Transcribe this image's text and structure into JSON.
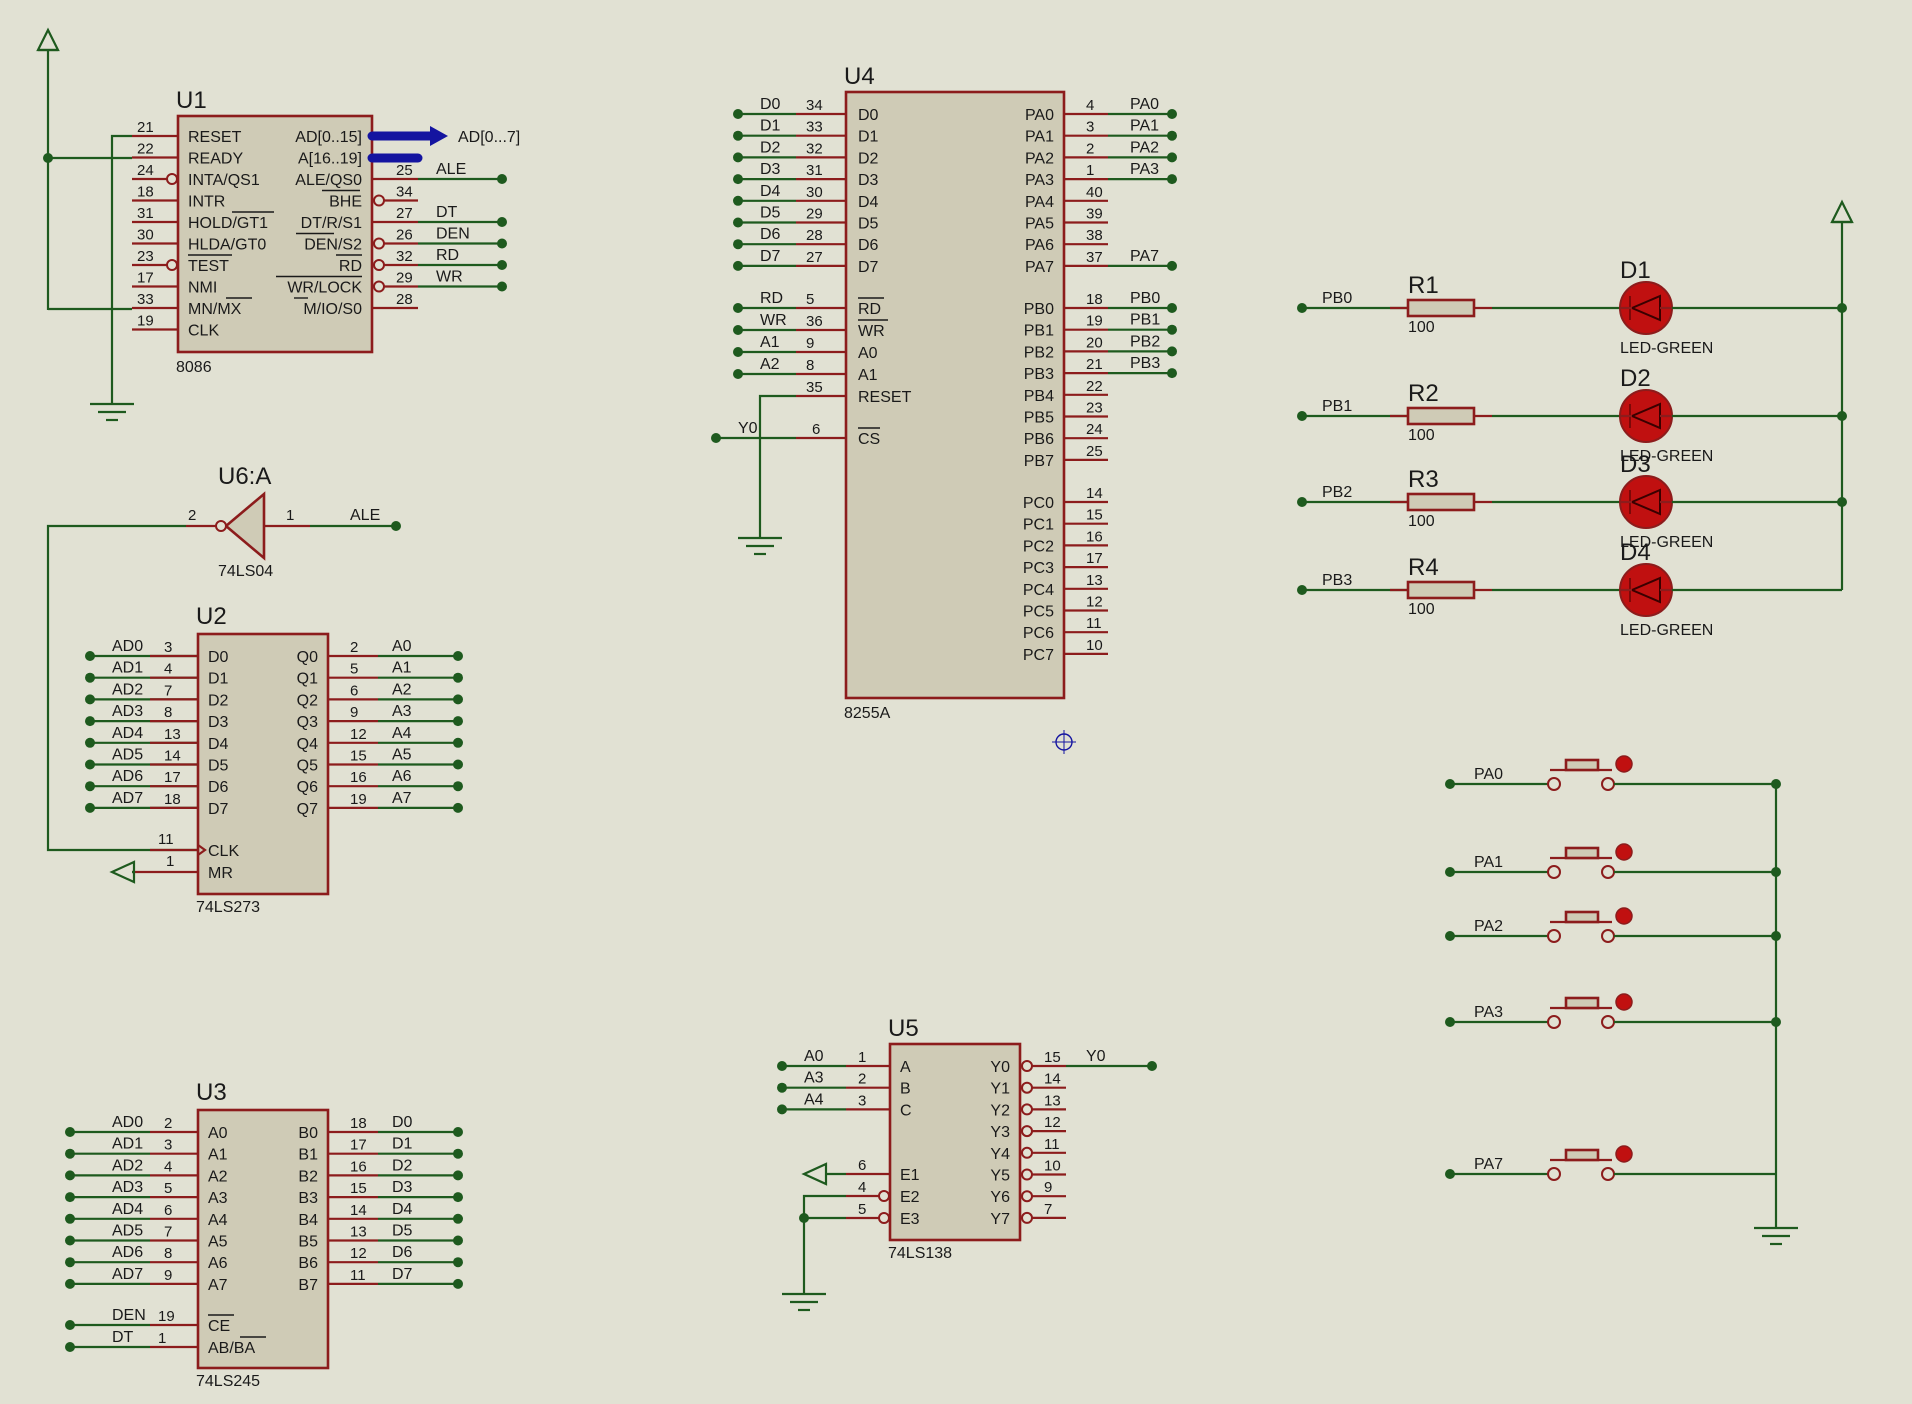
{
  "u1": {
    "ref": "U1",
    "part": "8086",
    "left": [
      {
        "num": "21",
        "label": "RESET"
      },
      {
        "num": "22",
        "label": "READY"
      },
      {
        "num": "24",
        "label": "INTA/QS1"
      },
      {
        "num": "18",
        "label": "INTR"
      },
      {
        "num": "31",
        "label": "HOLD/GT1"
      },
      {
        "num": "30",
        "label": "HLDA/GT0"
      },
      {
        "num": "23",
        "label": "TEST"
      },
      {
        "num": "17",
        "label": "NMI"
      },
      {
        "num": "33",
        "label": "MN/MX"
      },
      {
        "num": "19",
        "label": "CLK"
      }
    ],
    "right": [
      {
        "num": "",
        "label": "AD[0..15]",
        "net": ""
      },
      {
        "num": "",
        "label": "A[16..19]",
        "net": ""
      },
      {
        "num": "25",
        "label": "ALE/QS0",
        "net": "ALE"
      },
      {
        "num": "34",
        "label": "BHE",
        "net": ""
      },
      {
        "num": "27",
        "label": "DT/R/S1",
        "net": "DT"
      },
      {
        "num": "26",
        "label": "DEN/S2",
        "net": "DEN"
      },
      {
        "num": "32",
        "label": "RD",
        "net": "RD"
      },
      {
        "num": "29",
        "label": "WR/LOCK",
        "net": "WR"
      },
      {
        "num": "28",
        "label": "M/IO/S0",
        "net": ""
      }
    ],
    "bus_net": "AD[0...7]"
  },
  "u6": {
    "ref": "U6:A",
    "part": "74LS04",
    "in_pin": "2",
    "out_pin": "1",
    "net": "ALE"
  },
  "u2": {
    "ref": "U2",
    "part": "74LS273",
    "left": [
      {
        "num": "3",
        "label": "D0",
        "net": "AD0"
      },
      {
        "num": "4",
        "label": "D1",
        "net": "AD1"
      },
      {
        "num": "7",
        "label": "D2",
        "net": "AD2"
      },
      {
        "num": "8",
        "label": "D3",
        "net": "AD3"
      },
      {
        "num": "13",
        "label": "D4",
        "net": "AD4"
      },
      {
        "num": "14",
        "label": "D5",
        "net": "AD5"
      },
      {
        "num": "17",
        "label": "D6",
        "net": "AD6"
      },
      {
        "num": "18",
        "label": "D7",
        "net": "AD7"
      }
    ],
    "right": [
      {
        "num": "2",
        "label": "Q0",
        "net": "A0"
      },
      {
        "num": "5",
        "label": "Q1",
        "net": "A1"
      },
      {
        "num": "6",
        "label": "Q2",
        "net": "A2"
      },
      {
        "num": "9",
        "label": "Q3",
        "net": "A3"
      },
      {
        "num": "12",
        "label": "Q4",
        "net": "A4"
      },
      {
        "num": "15",
        "label": "Q5",
        "net": "A5"
      },
      {
        "num": "16",
        "label": "Q6",
        "net": "A6"
      },
      {
        "num": "19",
        "label": "Q7",
        "net": "A7"
      }
    ],
    "clk": {
      "num": "11",
      "label": "CLK"
    },
    "mr": {
      "num": "1",
      "label": "MR"
    }
  },
  "u3": {
    "ref": "U3",
    "part": "74LS245",
    "left": [
      {
        "num": "2",
        "label": "A0",
        "net": "AD0"
      },
      {
        "num": "3",
        "label": "A1",
        "net": "AD1"
      },
      {
        "num": "4",
        "label": "A2",
        "net": "AD2"
      },
      {
        "num": "5",
        "label": "A3",
        "net": "AD3"
      },
      {
        "num": "6",
        "label": "A4",
        "net": "AD4"
      },
      {
        "num": "7",
        "label": "A5",
        "net": "AD5"
      },
      {
        "num": "8",
        "label": "A6",
        "net": "AD6"
      },
      {
        "num": "9",
        "label": "A7",
        "net": "AD7"
      }
    ],
    "right": [
      {
        "num": "18",
        "label": "B0",
        "net": "D0"
      },
      {
        "num": "17",
        "label": "B1",
        "net": "D1"
      },
      {
        "num": "16",
        "label": "B2",
        "net": "D2"
      },
      {
        "num": "15",
        "label": "B3",
        "net": "D3"
      },
      {
        "num": "14",
        "label": "B4",
        "net": "D4"
      },
      {
        "num": "13",
        "label": "B5",
        "net": "D5"
      },
      {
        "num": "12",
        "label": "B6",
        "net": "D6"
      },
      {
        "num": "11",
        "label": "B7",
        "net": "D7"
      }
    ],
    "ce": {
      "num": "19",
      "label": "CE",
      "net": "DEN"
    },
    "dir": {
      "num": "1",
      "label": "AB/BA",
      "net": "DT"
    }
  },
  "u4": {
    "ref": "U4",
    "part": "8255A",
    "left_data": [
      {
        "num": "34",
        "label": "D0",
        "net": "D0"
      },
      {
        "num": "33",
        "label": "D1",
        "net": "D1"
      },
      {
        "num": "32",
        "label": "D2",
        "net": "D2"
      },
      {
        "num": "31",
        "label": "D3",
        "net": "D3"
      },
      {
        "num": "30",
        "label": "D4",
        "net": "D4"
      },
      {
        "num": "29",
        "label": "D5",
        "net": "D5"
      },
      {
        "num": "28",
        "label": "D6",
        "net": "D6"
      },
      {
        "num": "27",
        "label": "D7",
        "net": "D7"
      }
    ],
    "left_ctrl": [
      {
        "num": "5",
        "label": "RD",
        "net": "RD"
      },
      {
        "num": "36",
        "label": "WR",
        "net": "WR"
      },
      {
        "num": "9",
        "label": "A0",
        "net": "A1"
      },
      {
        "num": "8",
        "label": "A1",
        "net": "A2"
      },
      {
        "num": "35",
        "label": "RESET",
        "net": ""
      },
      {
        "num": "6",
        "label": "CS",
        "net": "Y0"
      }
    ],
    "pa": [
      {
        "num": "4",
        "label": "PA0",
        "net": "PA0"
      },
      {
        "num": "3",
        "label": "PA1",
        "net": "PA1"
      },
      {
        "num": "2",
        "label": "PA2",
        "net": "PA2"
      },
      {
        "num": "1",
        "label": "PA3",
        "net": "PA3"
      },
      {
        "num": "40",
        "label": "PA4",
        "net": ""
      },
      {
        "num": "39",
        "label": "PA5",
        "net": ""
      },
      {
        "num": "38",
        "label": "PA6",
        "net": ""
      },
      {
        "num": "37",
        "label": "PA7",
        "net": "PA7"
      }
    ],
    "pb": [
      {
        "num": "18",
        "label": "PB0",
        "net": "PB0"
      },
      {
        "num": "19",
        "label": "PB1",
        "net": "PB1"
      },
      {
        "num": "20",
        "label": "PB2",
        "net": "PB2"
      },
      {
        "num": "21",
        "label": "PB3",
        "net": "PB3"
      },
      {
        "num": "22",
        "label": "PB4",
        "net": ""
      },
      {
        "num": "23",
        "label": "PB5",
        "net": ""
      },
      {
        "num": "24",
        "label": "PB6",
        "net": ""
      },
      {
        "num": "25",
        "label": "PB7",
        "net": ""
      }
    ],
    "pc": [
      {
        "num": "14",
        "label": "PC0"
      },
      {
        "num": "15",
        "label": "PC1"
      },
      {
        "num": "16",
        "label": "PC2"
      },
      {
        "num": "17",
        "label": "PC3"
      },
      {
        "num": "13",
        "label": "PC4"
      },
      {
        "num": "12",
        "label": "PC5"
      },
      {
        "num": "11",
        "label": "PC6"
      },
      {
        "num": "10",
        "label": "PC7"
      }
    ]
  },
  "u5": {
    "ref": "U5",
    "part": "74LS138",
    "left": [
      {
        "num": "1",
        "label": "A",
        "net": "A0"
      },
      {
        "num": "2",
        "label": "B",
        "net": "A3"
      },
      {
        "num": "3",
        "label": "C",
        "net": "A4"
      }
    ],
    "enables": [
      {
        "num": "6",
        "label": "E1"
      },
      {
        "num": "4",
        "label": "E2"
      },
      {
        "num": "5",
        "label": "E3"
      }
    ],
    "right": [
      {
        "num": "15",
        "label": "Y0",
        "net": "Y0"
      },
      {
        "num": "14",
        "label": "Y1",
        "net": ""
      },
      {
        "num": "13",
        "label": "Y2",
        "net": ""
      },
      {
        "num": "12",
        "label": "Y3",
        "net": ""
      },
      {
        "num": "11",
        "label": "Y4",
        "net": ""
      },
      {
        "num": "10",
        "label": "Y5",
        "net": ""
      },
      {
        "num": "9",
        "label": "Y6",
        "net": ""
      },
      {
        "num": "7",
        "label": "Y7",
        "net": ""
      }
    ]
  },
  "leds": [
    {
      "net": "PB0",
      "res": "R1",
      "res_val": "100",
      "led": "D1",
      "led_val": "LED-GREEN"
    },
    {
      "net": "PB1",
      "res": "R2",
      "res_val": "100",
      "led": "D2",
      "led_val": "LED-GREEN"
    },
    {
      "net": "PB2",
      "res": "R3",
      "res_val": "100",
      "led": "D3",
      "led_val": "LED-GREEN"
    },
    {
      "net": "PB3",
      "res": "R4",
      "res_val": "100",
      "led": "D4",
      "led_val": "LED-GREEN"
    }
  ],
  "switches": [
    {
      "net": "PA0"
    },
    {
      "net": "PA1"
    },
    {
      "net": "PA2"
    },
    {
      "net": "PA3"
    },
    {
      "net": "PA7"
    }
  ],
  "colors": {
    "wire": "#1e5a1e",
    "pin": "#8c1c1c",
    "body": "#cfcbb6",
    "bus": "#1414a0",
    "led": "#c01010",
    "background": "#e1e1d3"
  }
}
